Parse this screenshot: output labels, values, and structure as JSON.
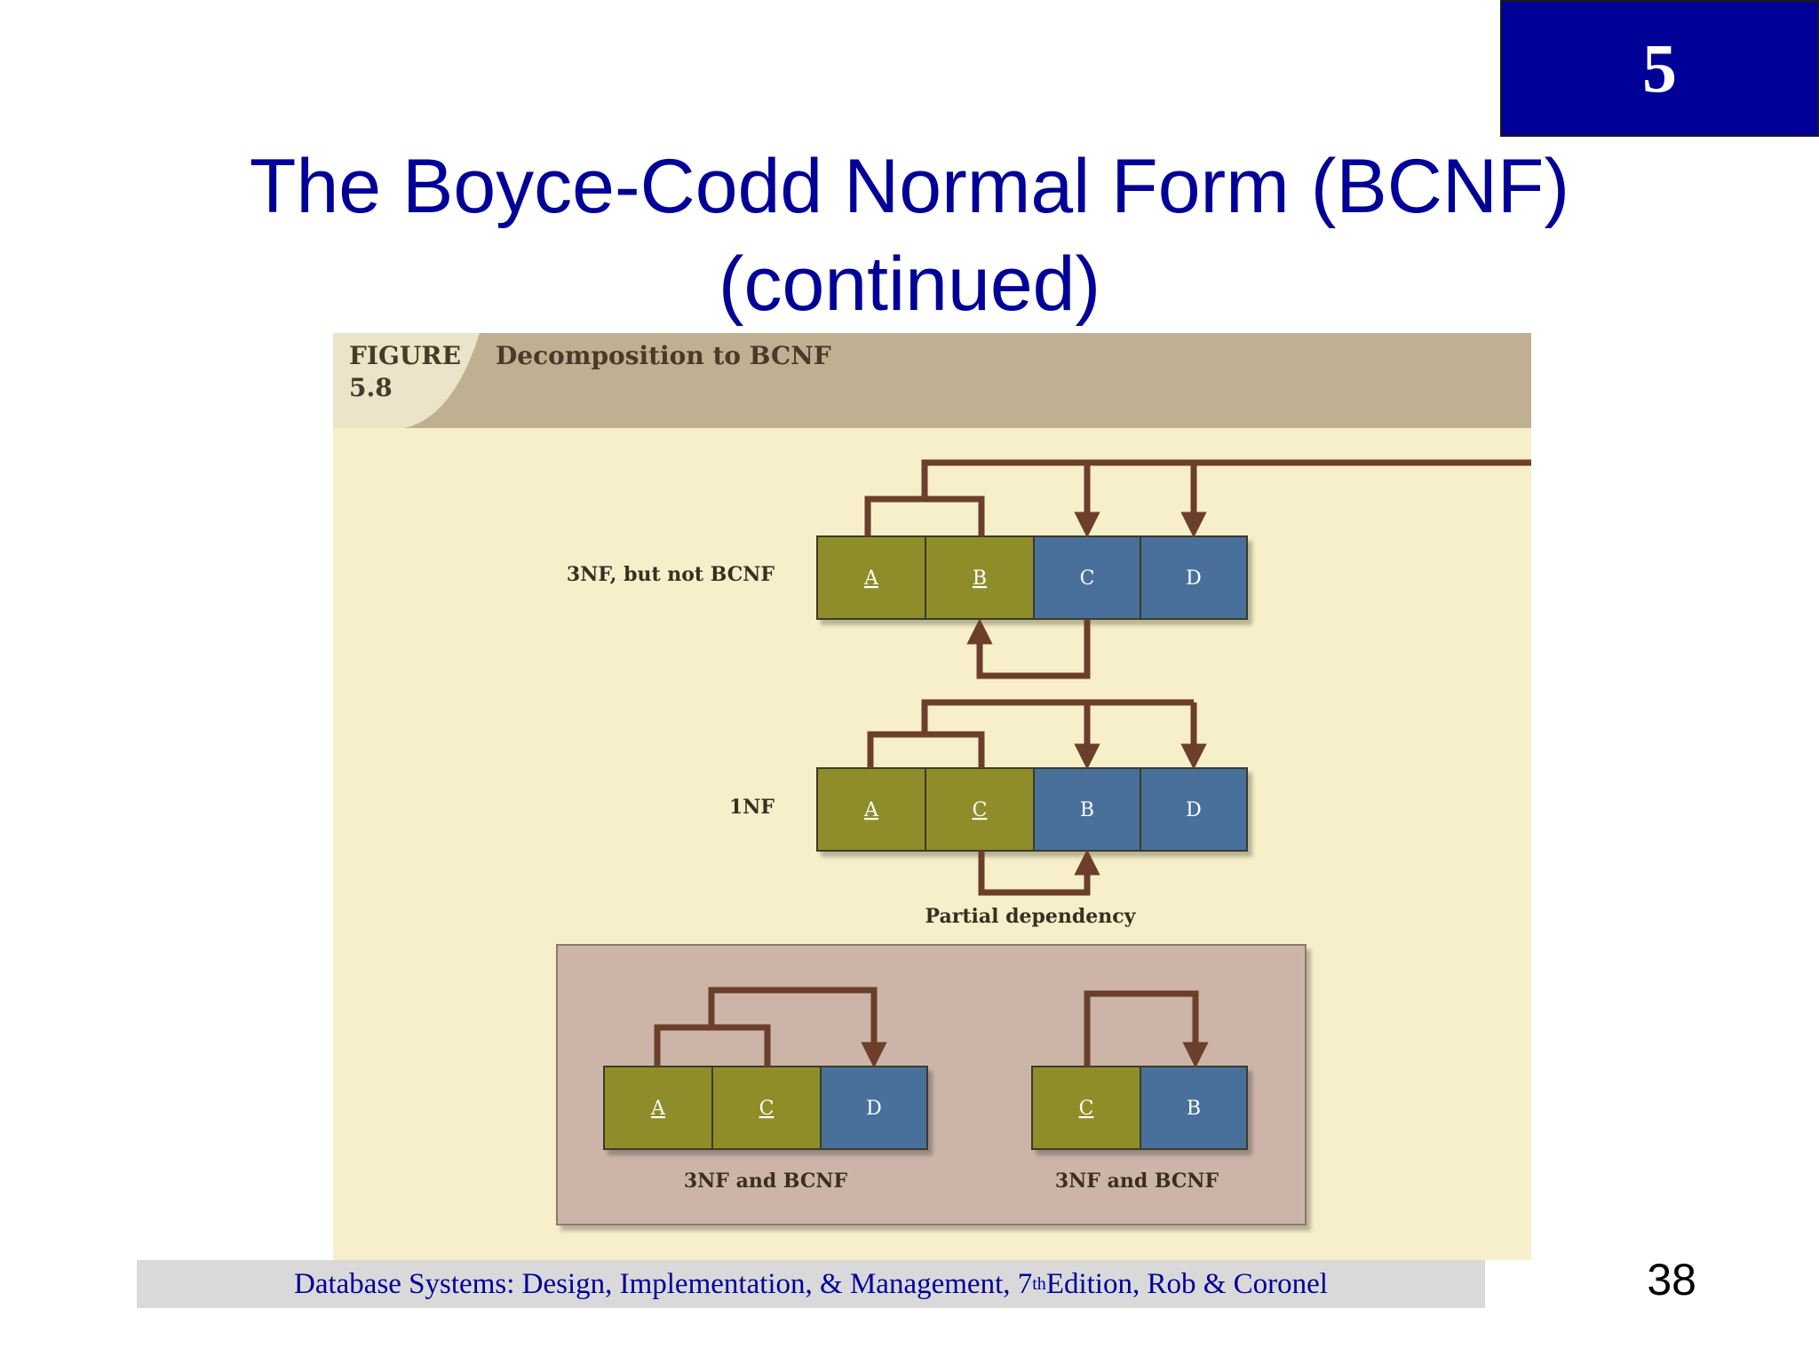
{
  "chapter_number": "5",
  "title": {
    "line1": "The Boyce-Codd Normal Form (BCNF)",
    "line2": "(continued)"
  },
  "figure": {
    "label": "FIGURE",
    "number": "5.8",
    "caption": "Decomposition to BCNF",
    "rows": {
      "top": {
        "label": "3NF, but not BCNF",
        "cells": [
          "A",
          "B",
          "C",
          "D"
        ]
      },
      "middle": {
        "label": "1NF",
        "cells": [
          "A",
          "C",
          "B",
          "D"
        ],
        "dependency_label": "Partial dependency"
      },
      "bottom_left": {
        "cells": [
          "A",
          "C",
          "D"
        ],
        "label": "3NF and BCNF"
      },
      "bottom_right": {
        "cells": [
          "C",
          "B"
        ],
        "label": "3NF and BCNF"
      }
    },
    "colors": {
      "key_attribute": "#8f8d2b",
      "non_key_attribute": "#4a6f9b",
      "arrow": "#6b3f2a",
      "panel_background": "#f7efc9",
      "header_band": "#bfb092",
      "result_box": "#ccb5a8"
    }
  },
  "footer": {
    "text_before": "Database Systems: Design, Implementation, & Management, 7",
    "superscript": "th",
    "text_after": " Edition, Rob & Coronel"
  },
  "page_number": "38"
}
